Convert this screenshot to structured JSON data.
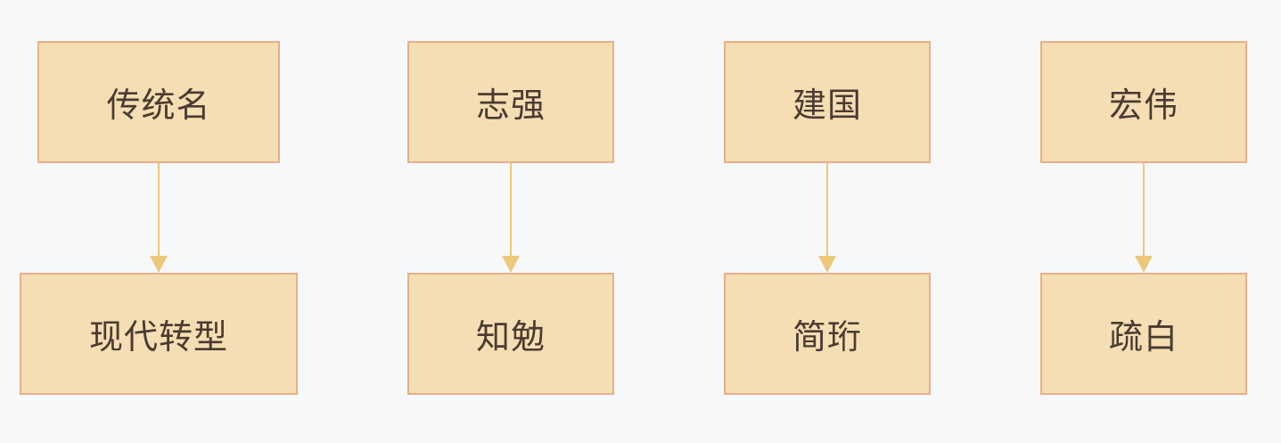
{
  "colors": {
    "background": "#f7f8fa",
    "node_fill": "#f5deb3",
    "node_border": "#e8b088",
    "edge": "#ecc97a",
    "text": "#4a3b32"
  },
  "nodes": {
    "traditional_name": "传统名",
    "zhiqiang": "志强",
    "jianguo": "建国",
    "hongwei": "宏伟",
    "modern_transformation": "现代转型",
    "zhimian": "知勉",
    "jianheng": "简珩",
    "shubai": "疏白"
  }
}
